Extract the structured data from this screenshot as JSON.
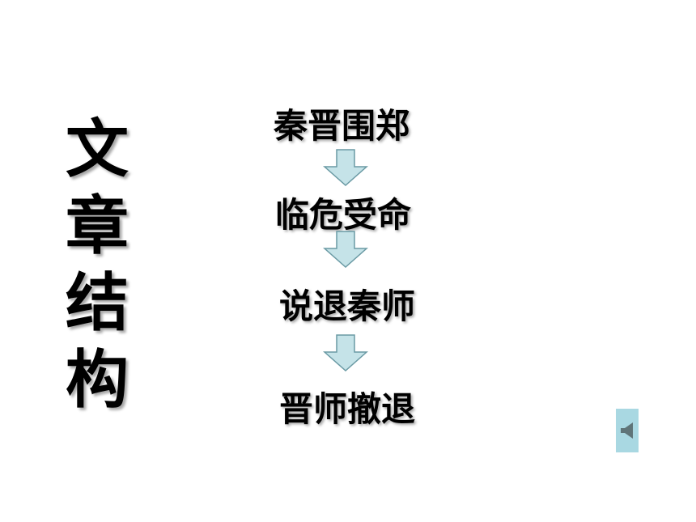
{
  "title": {
    "chars": [
      "文",
      "章",
      "结",
      "构"
    ]
  },
  "flow": {
    "steps": [
      "秦晋围郑",
      "临危受命",
      "说退秦师",
      "晋师撤退"
    ]
  },
  "colors": {
    "arrow_fill": "#c5e3e8",
    "arrow_stroke": "#6a9aa4",
    "sound_button_bg": "#a9d8e2",
    "sound_icon": "#5f7478"
  },
  "icons": {
    "arrow": "down-arrow-icon",
    "sound": "speaker-icon"
  }
}
